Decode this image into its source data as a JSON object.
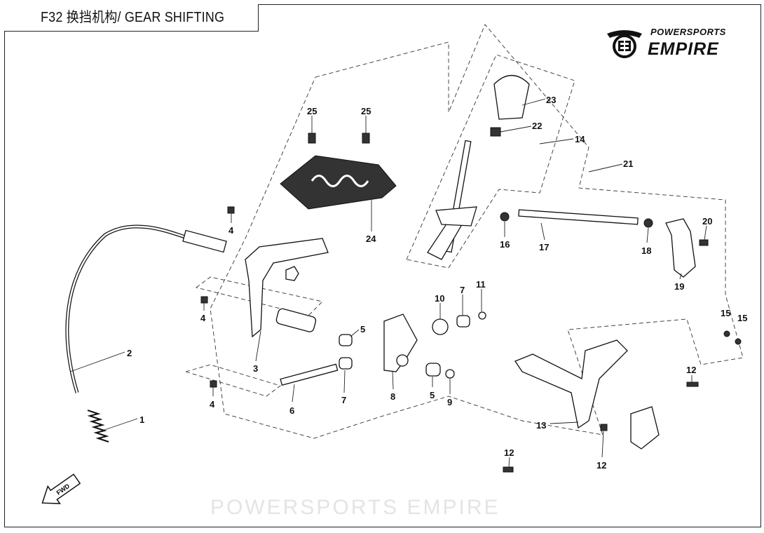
{
  "header": {
    "title": "F32 换挡机构/ GEAR SHIFTING"
  },
  "logo": {
    "line1": "POWERSPORTS",
    "line2": "EMPIRE"
  },
  "watermark": "POWERSPORTS EMPIRE",
  "fwd_label": "FWD",
  "callouts": [
    "25",
    "25",
    "23",
    "22",
    "14",
    "21",
    "24",
    "4",
    "4",
    "4",
    "16",
    "17",
    "18",
    "20",
    "19",
    "10",
    "7",
    "11",
    "5",
    "3",
    "2",
    "6",
    "7",
    "8",
    "5",
    "9",
    "1",
    "13",
    "12",
    "12",
    "12",
    "15",
    "15"
  ]
}
